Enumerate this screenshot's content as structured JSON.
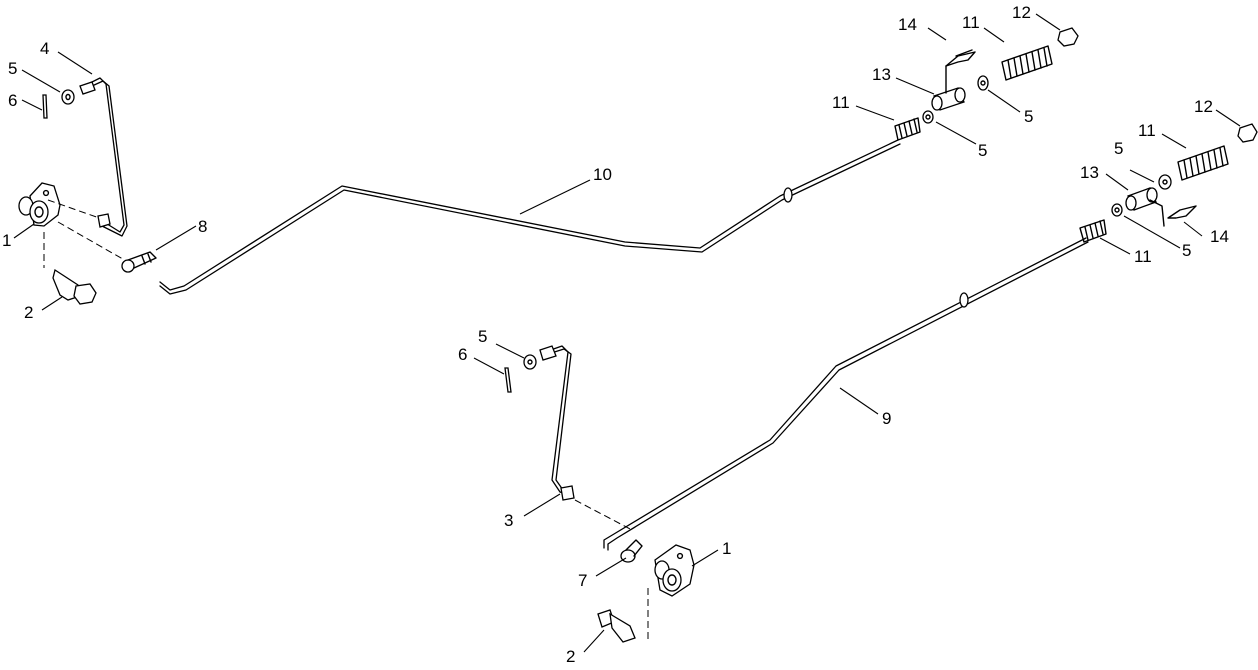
{
  "callouts": [
    {
      "id": "c1a",
      "text": "1"
    },
    {
      "id": "c2a",
      "text": "2"
    },
    {
      "id": "c4",
      "text": "4"
    },
    {
      "id": "c5a",
      "text": "5"
    },
    {
      "id": "c6a",
      "text": "6"
    },
    {
      "id": "c8",
      "text": "8"
    },
    {
      "id": "c10",
      "text": "10"
    },
    {
      "id": "c14a",
      "text": "14"
    },
    {
      "id": "c11a",
      "text": "11"
    },
    {
      "id": "c12a",
      "text": "12"
    },
    {
      "id": "c13a",
      "text": "13"
    },
    {
      "id": "c11b",
      "text": "11"
    },
    {
      "id": "c5b",
      "text": "5"
    },
    {
      "id": "c5c",
      "text": "5"
    },
    {
      "id": "c12b",
      "text": "12"
    },
    {
      "id": "c11c",
      "text": "11"
    },
    {
      "id": "c5d",
      "text": "5"
    },
    {
      "id": "c13b",
      "text": "13"
    },
    {
      "id": "c14b",
      "text": "14"
    },
    {
      "id": "c5e",
      "text": "5"
    },
    {
      "id": "c11d",
      "text": "11"
    },
    {
      "id": "c5f",
      "text": "5"
    },
    {
      "id": "c6b",
      "text": "6"
    },
    {
      "id": "c9",
      "text": "9"
    },
    {
      "id": "c3",
      "text": "3"
    },
    {
      "id": "c1b",
      "text": "1"
    },
    {
      "id": "c7",
      "text": "7"
    },
    {
      "id": "c2b",
      "text": "2"
    }
  ]
}
